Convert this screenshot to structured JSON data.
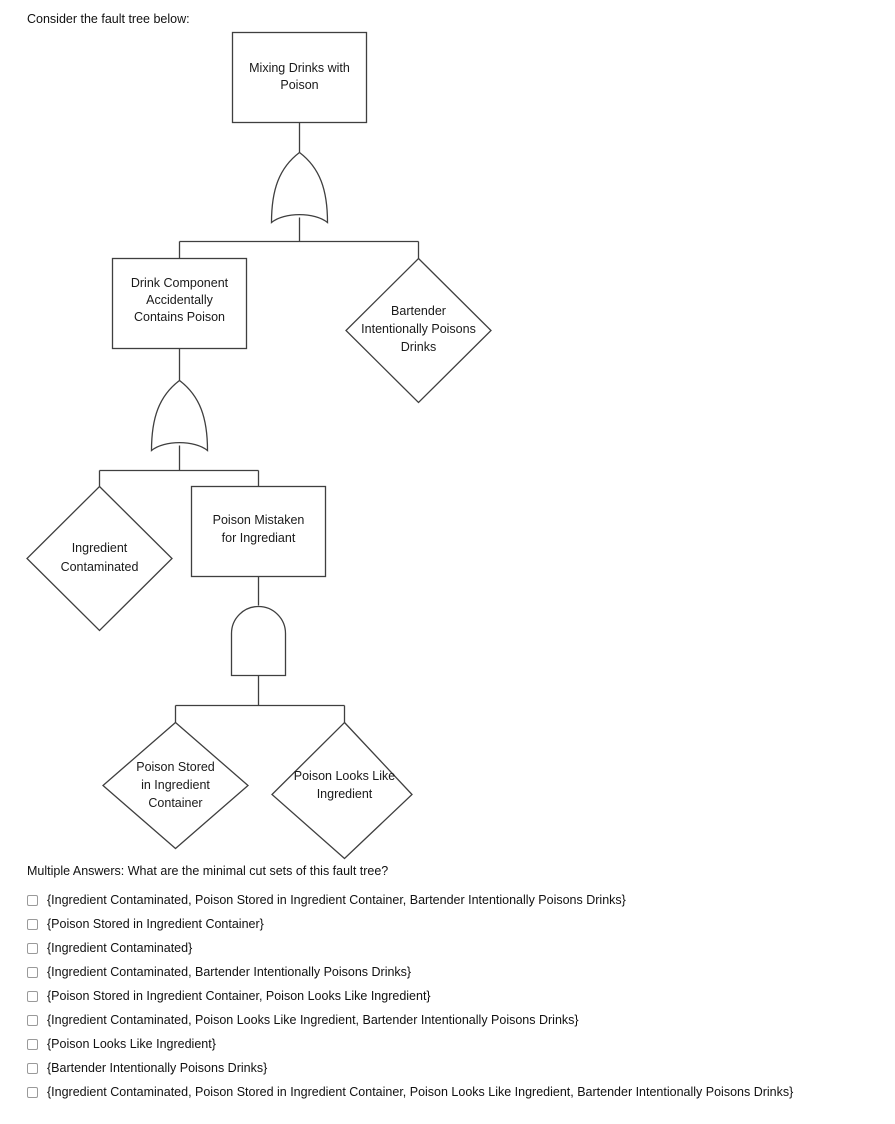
{
  "prompt": "Consider the fault tree below:",
  "question": "Multiple Answers: What are the minimal cut sets of this fault tree?",
  "colors": {
    "stroke": "#3f3f3f",
    "text": "#1a1a1a",
    "checkbox_border": "#9a9a9a",
    "background": "#ffffff"
  },
  "fault_tree": {
    "type": "fault-tree-diagram",
    "nodes": [
      {
        "id": "top-event",
        "shape": "rectangle",
        "kind": "intermediate-event",
        "lines": [
          "Mixing Drinks with",
          "Poison"
        ]
      },
      {
        "id": "drink-component",
        "shape": "rectangle",
        "kind": "intermediate-event",
        "lines": [
          "Drink Component",
          "Accidentally",
          "Contains Poison"
        ]
      },
      {
        "id": "bartender-poisons",
        "shape": "diamond",
        "kind": "undeveloped-event",
        "lines": [
          "Bartender",
          "Intentionally Poisons",
          "Drinks"
        ]
      },
      {
        "id": "ingredient-contaminated",
        "shape": "diamond",
        "kind": "undeveloped-event",
        "lines": [
          "Ingredient",
          "Contaminated"
        ]
      },
      {
        "id": "poison-mistaken",
        "shape": "rectangle",
        "kind": "intermediate-event",
        "lines": [
          "Poison Mistaken",
          "for Ingrediant"
        ]
      },
      {
        "id": "poison-stored",
        "shape": "diamond",
        "kind": "undeveloped-event",
        "lines": [
          "Poison Stored",
          "in Ingredient",
          "Container"
        ]
      },
      {
        "id": "poison-looks-like",
        "shape": "diamond",
        "kind": "undeveloped-event",
        "lines": [
          "Poison Looks Like",
          "Ingredient"
        ]
      }
    ],
    "gates": [
      {
        "id": "gate-top",
        "type": "OR",
        "parent": "top-event",
        "children": [
          "drink-component",
          "bartender-poisons"
        ]
      },
      {
        "id": "gate-mid",
        "type": "OR",
        "parent": "drink-component",
        "children": [
          "ingredient-contaminated",
          "poison-mistaken"
        ]
      },
      {
        "id": "gate-bottom",
        "type": "AND",
        "parent": "poison-mistaken",
        "children": [
          "poison-stored",
          "poison-looks-like"
        ]
      }
    ]
  },
  "options": [
    {
      "checked": false,
      "label": "{Ingredient Contaminated, Poison Stored in Ingredient Container, Bartender Intentionally Poisons Drinks}"
    },
    {
      "checked": false,
      "label": "{Poison Stored in Ingredient Container}"
    },
    {
      "checked": false,
      "label": "{Ingredient Contaminated}"
    },
    {
      "checked": false,
      "label": "{Ingredient Contaminated, Bartender Intentionally Poisons Drinks}"
    },
    {
      "checked": false,
      "label": "{Poison Stored in Ingredient Container, Poison Looks Like Ingredient}"
    },
    {
      "checked": false,
      "label": "{Ingredient Contaminated, Poison Looks Like Ingredient, Bartender Intentionally Poisons Drinks}"
    },
    {
      "checked": false,
      "label": "{Poison Looks Like Ingredient}"
    },
    {
      "checked": false,
      "label": "{Bartender Intentionally Poisons Drinks}"
    },
    {
      "checked": false,
      "label": "{Ingredient Contaminated, Poison Stored in Ingredient Container, Poison Looks Like Ingredient, Bartender Intentionally Poisons Drinks}"
    }
  ]
}
